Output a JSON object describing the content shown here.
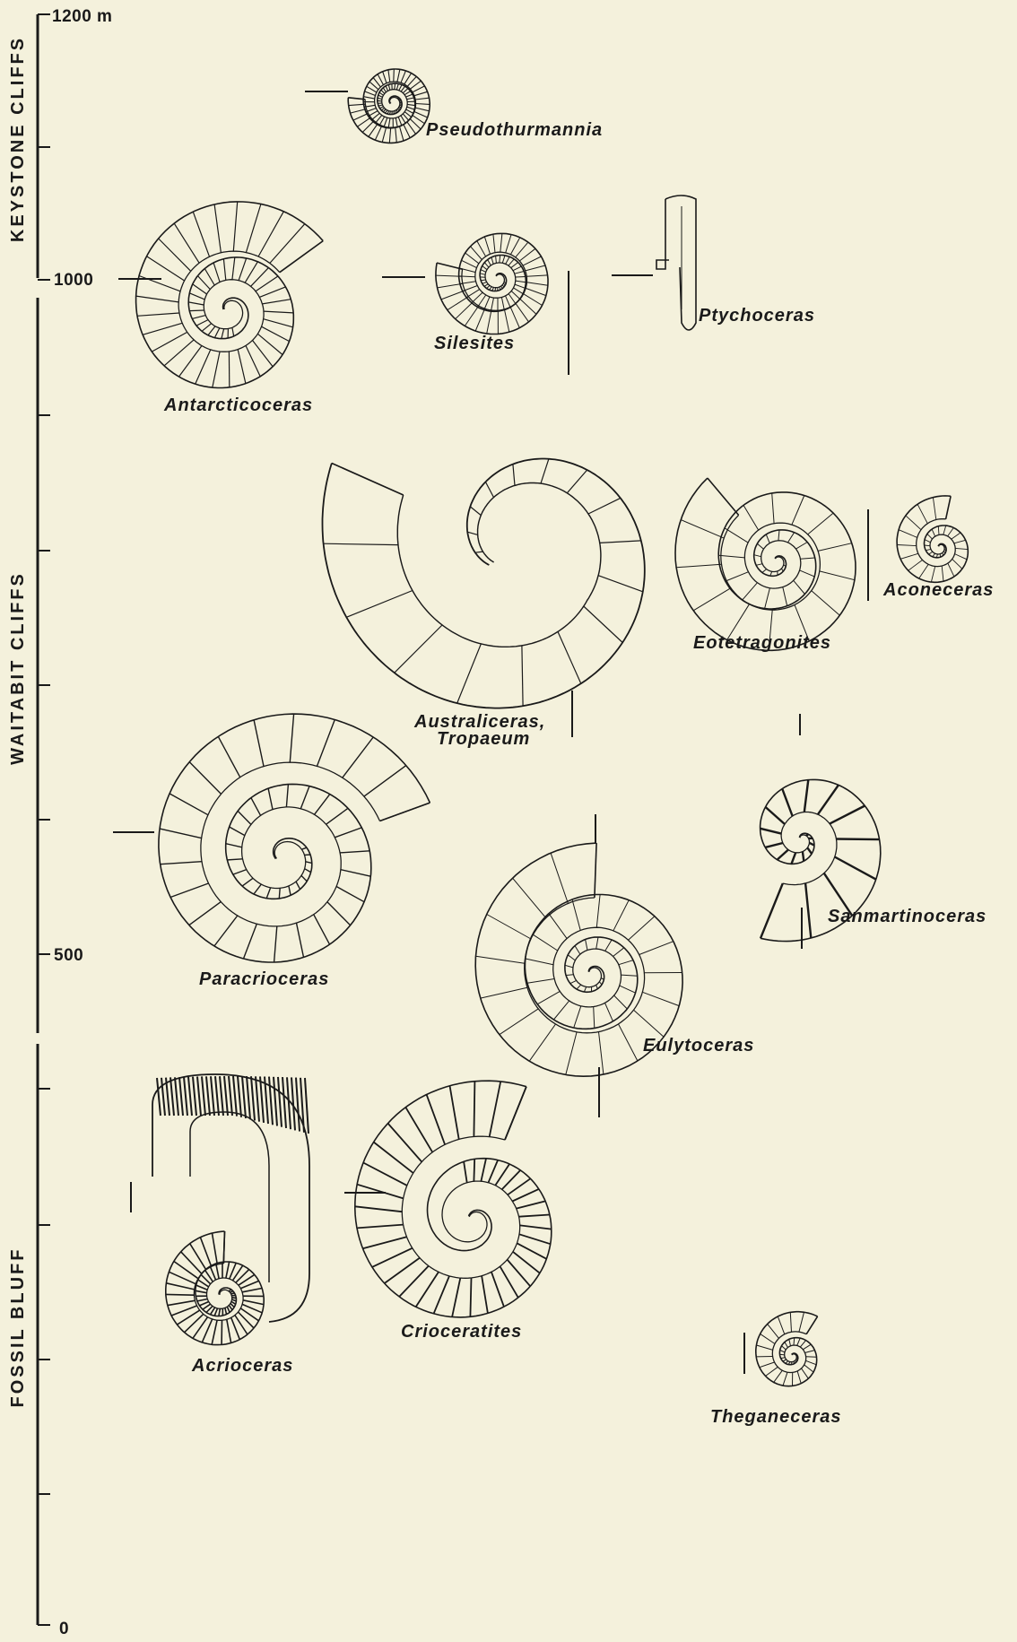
{
  "axis": {
    "top_label": "1200 m",
    "label_1000": "1000",
    "label_500": "500",
    "bottom_label": "0"
  },
  "formations": {
    "keystone": "KEYSTONE CLIFFS",
    "waitabit": "WAITABIT CLIFFS",
    "fossil_bluff": "FOSSIL BLUFF"
  },
  "genera": {
    "pseudothurmannia": "Pseudothurmannia",
    "antarcticoceras": "Antarcticoceras",
    "silesites": "Silesites",
    "ptychoceras": "Ptychoceras",
    "australiceras_1": "Australiceras,",
    "australiceras_2": "Tropaeum",
    "eotetragonites": "Eotetragonites",
    "aconeceras": "Aconeceras",
    "paracrioceras": "Paracrioceras",
    "sanmartinoceras": "Sanmartinoceras",
    "eulytoceras": "Eulytoceras",
    "acrioceras": "Acrioceras",
    "crioceratites": "Crioceratites",
    "theganeceras": "Theganeceras"
  }
}
